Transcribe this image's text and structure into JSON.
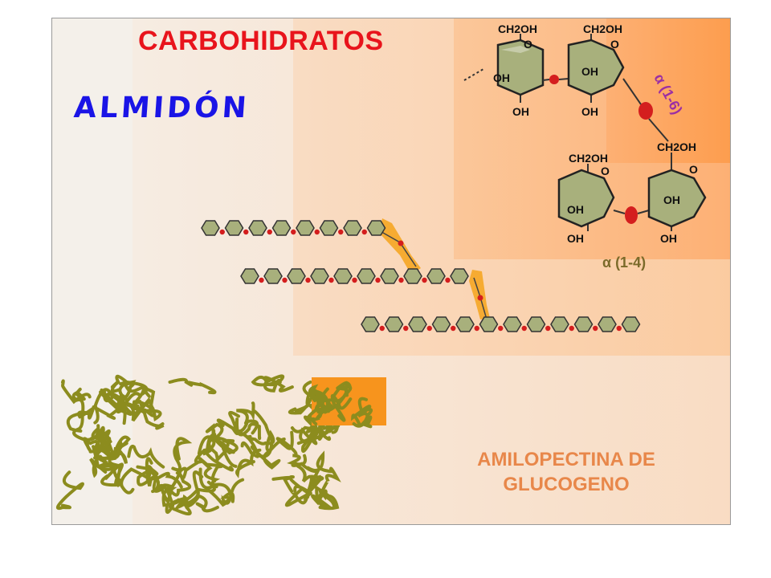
{
  "slide": {
    "title": "CARBOHIDRATOS",
    "subtitle": "ALMIDÓN"
  },
  "molecule": {
    "ring_labels": {
      "ch2oh": "CH2OH",
      "oh": "OH",
      "ring_o": "O"
    },
    "bond_alpha_1_6": "α (1-6)",
    "bond_alpha_1_4": "α (1-4)"
  },
  "caption": {
    "line1": "AMILOPECTINA DE",
    "line2": "GLUCOGENO"
  },
  "colors": {
    "title": "#e8141c",
    "subtitle": "#1a14e6",
    "ring_fill": "#a8b07c",
    "bridge_oxygen": "#d41e1e",
    "branch_highlight": "#f5a623",
    "alpha_1_6_label": "#9b2fa3",
    "alpha_1_4_label": "#7a6a2a",
    "caption": "#e8874a",
    "coil": "#8c8c1e"
  }
}
